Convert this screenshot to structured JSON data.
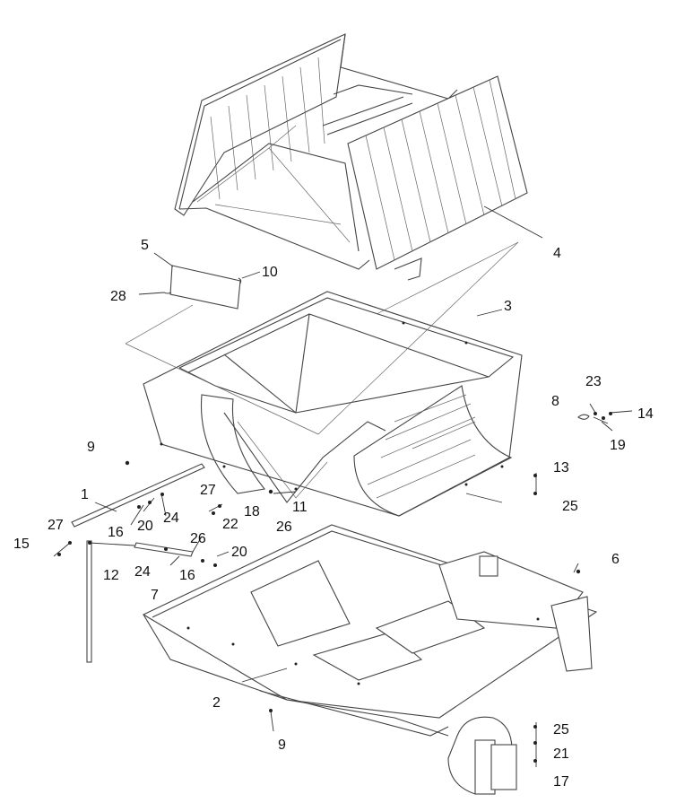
{
  "labels": [
    {
      "id": "1",
      "text": "1"
    },
    {
      "id": "2",
      "text": "2"
    },
    {
      "id": "3",
      "text": "3"
    },
    {
      "id": "4",
      "text": "4"
    },
    {
      "id": "5",
      "text": "5"
    },
    {
      "id": "6",
      "text": "6"
    },
    {
      "id": "7",
      "text": "7"
    },
    {
      "id": "8",
      "text": "8"
    },
    {
      "id": "9a",
      "text": "9"
    },
    {
      "id": "9b",
      "text": "9"
    },
    {
      "id": "10",
      "text": "10"
    },
    {
      "id": "11",
      "text": "11"
    },
    {
      "id": "12",
      "text": "12"
    },
    {
      "id": "13",
      "text": "13"
    },
    {
      "id": "14",
      "text": "14"
    },
    {
      "id": "15",
      "text": "15"
    },
    {
      "id": "16a",
      "text": "16"
    },
    {
      "id": "16b",
      "text": "16"
    },
    {
      "id": "17",
      "text": "17"
    },
    {
      "id": "18",
      "text": "18"
    },
    {
      "id": "19",
      "text": "19"
    },
    {
      "id": "20a",
      "text": "20"
    },
    {
      "id": "20b",
      "text": "20"
    },
    {
      "id": "21",
      "text": "21"
    },
    {
      "id": "22",
      "text": "22"
    },
    {
      "id": "23",
      "text": "23"
    },
    {
      "id": "24a",
      "text": "24"
    },
    {
      "id": "24b",
      "text": "24"
    },
    {
      "id": "25a",
      "text": "25"
    },
    {
      "id": "25b",
      "text": "25"
    },
    {
      "id": "26a",
      "text": "26"
    },
    {
      "id": "26b",
      "text": "26"
    },
    {
      "id": "27a",
      "text": "27"
    },
    {
      "id": "27b",
      "text": "27"
    },
    {
      "id": "28",
      "text": "28"
    }
  ]
}
